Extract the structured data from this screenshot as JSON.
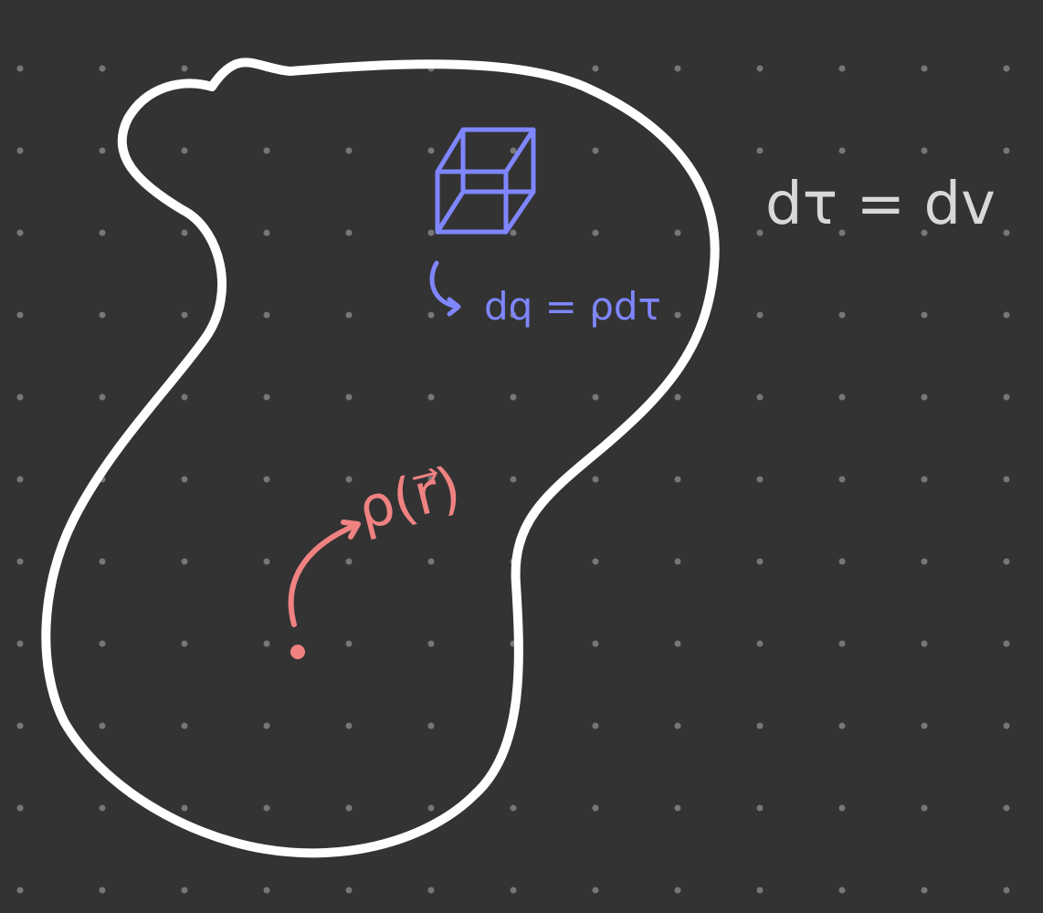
{
  "colors": {
    "background": "#333333",
    "dot": "#777777",
    "outline": "#ffffff",
    "cube": "#7f86ff",
    "density": "#f08282",
    "equation": "#d8d8d8"
  },
  "labels": {
    "volume_element": "dτ = dv",
    "charge_element": "dq = ρdτ",
    "density": "ρ(r⃗)"
  },
  "icons": {
    "cube": "volume-element-cube-icon",
    "point": "field-point-icon"
  }
}
